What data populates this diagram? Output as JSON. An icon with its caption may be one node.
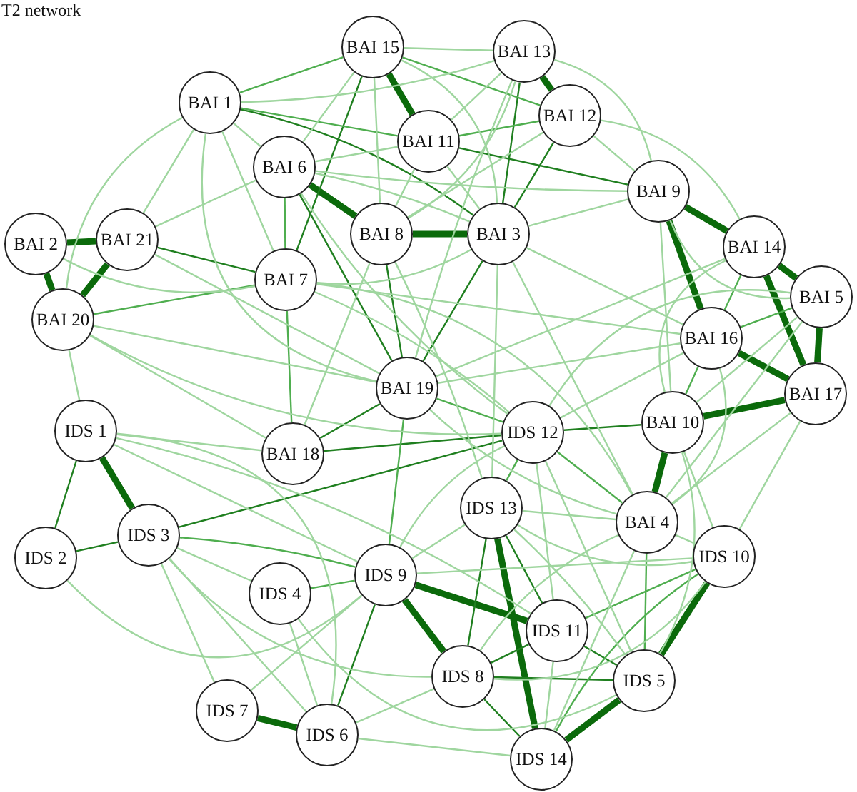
{
  "diagram": {
    "title": "T2 network",
    "nodes": [
      {
        "text": [
          "BAI 15"
        ]
      },
      {
        "text": [
          "BAI 13"
        ]
      },
      {
        "text": [
          "BAI 1"
        ]
      },
      {
        "text": [
          "BAI 12"
        ]
      },
      {
        "text": [
          "BAI 11"
        ]
      },
      {
        "text": [
          "BAI 6"
        ]
      },
      {
        "text": [
          "BAI 9"
        ]
      },
      {
        "text": [
          "BAI 2"
        ]
      },
      {
        "text": [
          "BAI 21"
        ]
      },
      {
        "text": [
          "BAI 8"
        ]
      },
      {
        "text": [
          "BAI 3"
        ]
      },
      {
        "text": [
          "BAI 14"
        ]
      },
      {
        "text": [
          "BAI 7"
        ]
      },
      {
        "text": [
          "BAI 5"
        ]
      },
      {
        "text": [
          "BAI 20"
        ]
      },
      {
        "text": [
          "BAI 16"
        ]
      },
      {
        "text": [
          "BAI 19"
        ]
      },
      {
        "text": [
          "BAI 17"
        ]
      },
      {
        "text": [
          "BAI 10"
        ]
      },
      {
        "text": [
          "IDS 1"
        ]
      },
      {
        "text": [
          "IDS 12"
        ]
      },
      {
        "text": [
          "BAI 18"
        ]
      },
      {
        "text": [
          "IDS 13"
        ]
      },
      {
        "text": [
          "BAI 4"
        ]
      },
      {
        "text": [
          "IDS 3"
        ]
      },
      {
        "text": [
          "IDS 2"
        ]
      },
      {
        "text": [
          "IDS 10"
        ]
      },
      {
        "text": [
          "IDS 9"
        ]
      },
      {
        "text": [
          "IDS 4"
        ]
      },
      {
        "text": [
          "IDS 11"
        ]
      },
      {
        "text": [
          "IDS 8"
        ]
      },
      {
        "text": [
          "IDS 5"
        ]
      },
      {
        "text": [
          "IDS 7"
        ]
      },
      {
        "text": [
          "IDS 6"
        ]
      },
      {
        "text": [
          "IDS 14"
        ]
      }
    ],
    "edges": [
      {
        "from": 0,
        "to": 4,
        "arrow": "none",
        "style": "thick",
        "color": "#0b6a0b"
      },
      {
        "from": 1,
        "to": 3,
        "arrow": "none",
        "style": "thick",
        "color": "#0b6a0b"
      },
      {
        "from": 7,
        "to": 8,
        "arrow": "none",
        "style": "thick",
        "color": "#0b6a0b"
      },
      {
        "from": 7,
        "to": 14,
        "arrow": "none",
        "style": "thick",
        "color": "#0b6a0b"
      },
      {
        "from": 8,
        "to": 14,
        "arrow": "none",
        "style": "thick",
        "color": "#0b6a0b"
      },
      {
        "from": 5,
        "to": 9,
        "arrow": "none",
        "style": "thick",
        "color": "#0b6a0b"
      },
      {
        "from": 9,
        "to": 10,
        "arrow": "none",
        "style": "thick",
        "color": "#0b6a0b"
      },
      {
        "from": 6,
        "to": 11,
        "arrow": "none",
        "style": "thick",
        "color": "#0b6a0b"
      },
      {
        "from": 6,
        "to": 15,
        "arrow": "none",
        "style": "thick",
        "color": "#0b6a0b"
      },
      {
        "from": 11,
        "to": 13,
        "arrow": "none",
        "style": "thick",
        "color": "#0b6a0b"
      },
      {
        "from": 11,
        "to": 17,
        "arrow": "none",
        "style": "thick",
        "color": "#0b6a0b"
      },
      {
        "from": 13,
        "to": 17,
        "arrow": "none",
        "style": "thick",
        "color": "#0b6a0b"
      },
      {
        "from": 15,
        "to": 17,
        "arrow": "none",
        "style": "thick",
        "color": "#0b6a0b"
      },
      {
        "from": 18,
        "to": 17,
        "arrow": "none",
        "style": "thick",
        "color": "#0b6a0b"
      },
      {
        "from": 18,
        "to": 23,
        "arrow": "none",
        "style": "thick",
        "color": "#0b6a0b"
      },
      {
        "from": 19,
        "to": 24,
        "arrow": "none",
        "style": "thick",
        "color": "#0b6a0b"
      },
      {
        "from": 32,
        "to": 33,
        "arrow": "none",
        "style": "thick",
        "color": "#0b6a0b"
      },
      {
        "from": 27,
        "to": 30,
        "arrow": "none",
        "style": "thick",
        "color": "#0b6a0b"
      },
      {
        "from": 22,
        "to": 34,
        "arrow": "none",
        "style": "thick",
        "color": "#0b6a0b"
      },
      {
        "from": 31,
        "to": 34,
        "arrow": "none",
        "style": "thick",
        "color": "#0b6a0b"
      },
      {
        "from": 26,
        "to": 31,
        "arrow": "none",
        "style": "thick",
        "color": "#0b6a0b"
      },
      {
        "from": 27,
        "to": 29,
        "arrow": "none",
        "style": "thick",
        "color": "#0b6a0b"
      },
      {
        "from": 1,
        "to": 10,
        "arrow": "none",
        "color": "#1f7f1f"
      },
      {
        "from": 22,
        "to": 29,
        "arrow": "none",
        "color": "#1f7f1f"
      },
      {
        "from": 22,
        "to": 30,
        "arrow": "none",
        "color": "#1f7f1f"
      },
      {
        "from": 30,
        "to": 29,
        "arrow": "none",
        "color": "#1f7f1f"
      },
      {
        "from": 30,
        "to": 31,
        "arrow": "none",
        "color": "#1f7f1f"
      },
      {
        "from": 30,
        "to": 34,
        "arrow": "none",
        "color": "#1f7f1f"
      },
      {
        "from": 29,
        "to": 31,
        "arrow": "none",
        "color": "#1f7f1f"
      },
      {
        "from": 27,
        "to": 33,
        "arrow": "none",
        "color": "#1f7f1f"
      },
      {
        "from": 19,
        "to": 25,
        "arrow": "none",
        "color": "#1f7f1f"
      },
      {
        "from": 25,
        "to": 24,
        "arrow": "none",
        "color": "#1f7f1f"
      },
      {
        "from": 24,
        "to": 20,
        "arrow": "none",
        "color": "#1f7f1f"
      },
      {
        "from": 21,
        "to": 20,
        "arrow": "none",
        "color": "#1f7f1f"
      },
      {
        "from": 21,
        "to": 16,
        "arrow": "none",
        "color": "#1f7f1f"
      },
      {
        "from": 16,
        "to": 10,
        "arrow": "none",
        "color": "#1f7f1f"
      },
      {
        "from": 16,
        "to": 9,
        "arrow": "none",
        "color": "#1f7f1f"
      },
      {
        "from": 16,
        "to": 5,
        "arrow": "none",
        "color": "#1f7f1f"
      },
      {
        "from": 8,
        "to": 12,
        "arrow": "none",
        "color": "#1f7f1f"
      },
      {
        "from": 2,
        "to": 10,
        "arrow": "none",
        "color": "#1f7f1f"
      },
      {
        "from": 4,
        "to": 6,
        "arrow": "none",
        "color": "#1f7f1f"
      },
      {
        "from": 3,
        "to": 10,
        "arrow": "none",
        "color": "#1f7f1f"
      },
      {
        "from": 0,
        "to": 12,
        "arrow": "none",
        "color": "#1f7f1f"
      },
      {
        "from": 18,
        "to": 20,
        "arrow": "none",
        "color": "#1f7f1f"
      },
      {
        "from": 26,
        "to": 34,
        "arrow": "none",
        "color": "#4fae4f"
      },
      {
        "from": 12,
        "to": 21,
        "arrow": "none",
        "color": "#4fae4f"
      },
      {
        "from": 5,
        "to": 12,
        "arrow": "none",
        "color": "#4fae4f"
      },
      {
        "from": 15,
        "to": 11,
        "arrow": "none",
        "color": "#4fae4f"
      },
      {
        "from": 15,
        "to": 13,
        "arrow": "none",
        "color": "#4fae4f"
      },
      {
        "from": 15,
        "to": 18,
        "arrow": "none",
        "color": "#4fae4f"
      },
      {
        "from": 20,
        "to": 22,
        "arrow": "none",
        "color": "#4fae4f"
      },
      {
        "from": 23,
        "to": 31,
        "arrow": "none",
        "color": "#4fae4f"
      },
      {
        "from": 0,
        "to": 2,
        "arrow": "none",
        "color": "#4fae4f"
      },
      {
        "from": 2,
        "to": 4,
        "arrow": "none",
        "color": "#4fae4f"
      },
      {
        "from": 4,
        "to": 3,
        "arrow": "none",
        "color": "#4fae4f"
      },
      {
        "from": 0,
        "to": 3,
        "arrow": "none",
        "color": "#4fae4f"
      },
      {
        "from": 16,
        "to": 27,
        "arrow": "none",
        "color": "#4fae4f"
      },
      {
        "from": 28,
        "to": 27,
        "arrow": "none",
        "color": "#4fae4f"
      },
      {
        "from": 12,
        "to": 14,
        "arrow": "none",
        "color": "#4fae4f"
      },
      {
        "from": 24,
        "to": 27,
        "arrow": "none",
        "color": "#4fae4f"
      },
      {
        "from": 20,
        "to": 16,
        "arrow": "none",
        "color": "#4fae4f"
      },
      {
        "from": 23,
        "to": 20,
        "arrow": "none",
        "color": "#4fae4f"
      },
      {
        "from": 26,
        "to": 29,
        "arrow": "none",
        "color": "#4fae4f"
      },
      {
        "from": 0,
        "to": 1,
        "arrow": "none"
      },
      {
        "from": 0,
        "to": 5,
        "arrow": "none"
      },
      {
        "from": 0,
        "to": 10,
        "arrow": "none"
      },
      {
        "from": 0,
        "to": 9,
        "arrow": "none"
      },
      {
        "from": 2,
        "to": 1,
        "arrow": "none"
      },
      {
        "from": 2,
        "to": 5,
        "arrow": "none"
      },
      {
        "from": 2,
        "to": 12,
        "arrow": "none"
      },
      {
        "from": 2,
        "to": 16,
        "arrow": "none"
      },
      {
        "from": 2,
        "to": 14,
        "arrow": "none"
      },
      {
        "from": 4,
        "to": 5,
        "arrow": "none"
      },
      {
        "from": 4,
        "to": 10,
        "arrow": "none"
      },
      {
        "from": 4,
        "to": 9,
        "arrow": "none"
      },
      {
        "from": 1,
        "to": 4,
        "arrow": "none"
      },
      {
        "from": 1,
        "to": 9,
        "arrow": "none"
      },
      {
        "from": 1,
        "to": 6,
        "arrow": "none"
      },
      {
        "from": 1,
        "to": 16,
        "arrow": "none"
      },
      {
        "from": 3,
        "to": 6,
        "arrow": "none"
      },
      {
        "from": 3,
        "to": 9,
        "arrow": "none"
      },
      {
        "from": 3,
        "to": 11,
        "arrow": "none"
      },
      {
        "from": 5,
        "to": 10,
        "arrow": "none"
      },
      {
        "from": 5,
        "to": 8,
        "arrow": "none"
      },
      {
        "from": 5,
        "to": 6,
        "arrow": "none"
      },
      {
        "from": 5,
        "to": 20,
        "arrow": "none"
      },
      {
        "from": 6,
        "to": 10,
        "arrow": "none"
      },
      {
        "from": 6,
        "to": 13,
        "arrow": "none"
      },
      {
        "from": 6,
        "to": 18,
        "arrow": "none"
      },
      {
        "from": 8,
        "to": 16,
        "arrow": "none"
      },
      {
        "from": 8,
        "to": 2,
        "arrow": "none"
      },
      {
        "from": 14,
        "to": 16,
        "arrow": "none"
      },
      {
        "from": 14,
        "to": 19,
        "arrow": "none"
      },
      {
        "from": 14,
        "to": 20,
        "arrow": "none"
      },
      {
        "from": 14,
        "to": 21,
        "arrow": "none"
      },
      {
        "from": 7,
        "to": 12,
        "arrow": "none"
      },
      {
        "from": 12,
        "to": 15,
        "arrow": "none"
      },
      {
        "from": 12,
        "to": 20,
        "arrow": "none"
      },
      {
        "from": 12,
        "to": 10,
        "arrow": "none"
      },
      {
        "from": 12,
        "to": 23,
        "arrow": "none"
      },
      {
        "from": 9,
        "to": 22,
        "arrow": "none"
      },
      {
        "from": 9,
        "to": 21,
        "arrow": "none"
      },
      {
        "from": 10,
        "to": 22,
        "arrow": "none"
      },
      {
        "from": 10,
        "to": 15,
        "arrow": "none"
      },
      {
        "from": 10,
        "to": 23,
        "arrow": "none"
      },
      {
        "from": 11,
        "to": 18,
        "arrow": "none"
      },
      {
        "from": 11,
        "to": 16,
        "arrow": "none"
      },
      {
        "from": 13,
        "to": 18,
        "arrow": "none"
      },
      {
        "from": 13,
        "to": 20,
        "arrow": "none"
      },
      {
        "from": 13,
        "to": 23,
        "arrow": "none"
      },
      {
        "from": 15,
        "to": 16,
        "arrow": "none"
      },
      {
        "from": 15,
        "to": 20,
        "arrow": "none"
      },
      {
        "from": 15,
        "to": 23,
        "arrow": "none"
      },
      {
        "from": 17,
        "to": 26,
        "arrow": "none"
      },
      {
        "from": 17,
        "to": 23,
        "arrow": "none"
      },
      {
        "from": 16,
        "to": 23,
        "arrow": "none"
      },
      {
        "from": 19,
        "to": 21,
        "arrow": "none"
      },
      {
        "from": 19,
        "to": 27,
        "arrow": "none"
      },
      {
        "from": 19,
        "to": 33,
        "arrow": "none"
      },
      {
        "from": 19,
        "to": 29,
        "arrow": "none"
      },
      {
        "from": 24,
        "to": 28,
        "arrow": "none"
      },
      {
        "from": 24,
        "to": 33,
        "arrow": "none"
      },
      {
        "from": 24,
        "to": 30,
        "arrow": "none"
      },
      {
        "from": 24,
        "to": 32,
        "arrow": "none"
      },
      {
        "from": 25,
        "to": 27,
        "arrow": "none"
      },
      {
        "from": 28,
        "to": 33,
        "arrow": "none"
      },
      {
        "from": 28,
        "to": 31,
        "arrow": "none"
      },
      {
        "from": 27,
        "to": 22,
        "arrow": "none"
      },
      {
        "from": 27,
        "to": 20,
        "arrow": "none"
      },
      {
        "from": 27,
        "to": 26,
        "arrow": "none"
      },
      {
        "from": 20,
        "to": 29,
        "arrow": "none"
      },
      {
        "from": 20,
        "to": 31,
        "arrow": "none"
      },
      {
        "from": 22,
        "to": 23,
        "arrow": "none"
      },
      {
        "from": 22,
        "to": 31,
        "arrow": "none"
      },
      {
        "from": 22,
        "to": 26,
        "arrow": "none"
      },
      {
        "from": 23,
        "to": 30,
        "arrow": "none"
      },
      {
        "from": 23,
        "to": 34,
        "arrow": "none"
      },
      {
        "from": 23,
        "to": 26,
        "arrow": "none"
      },
      {
        "from": 26,
        "to": 30,
        "arrow": "none"
      },
      {
        "from": 26,
        "to": 18,
        "arrow": "none"
      },
      {
        "from": 29,
        "to": 34,
        "arrow": "none"
      },
      {
        "from": 33,
        "to": 30,
        "arrow": "none"
      },
      {
        "from": 33,
        "to": 34,
        "arrow": "none"
      },
      {
        "from": 32,
        "to": 27,
        "arrow": "none"
      },
      {
        "from": 18,
        "to": 31,
        "arrow": "none"
      }
    ]
  }
}
